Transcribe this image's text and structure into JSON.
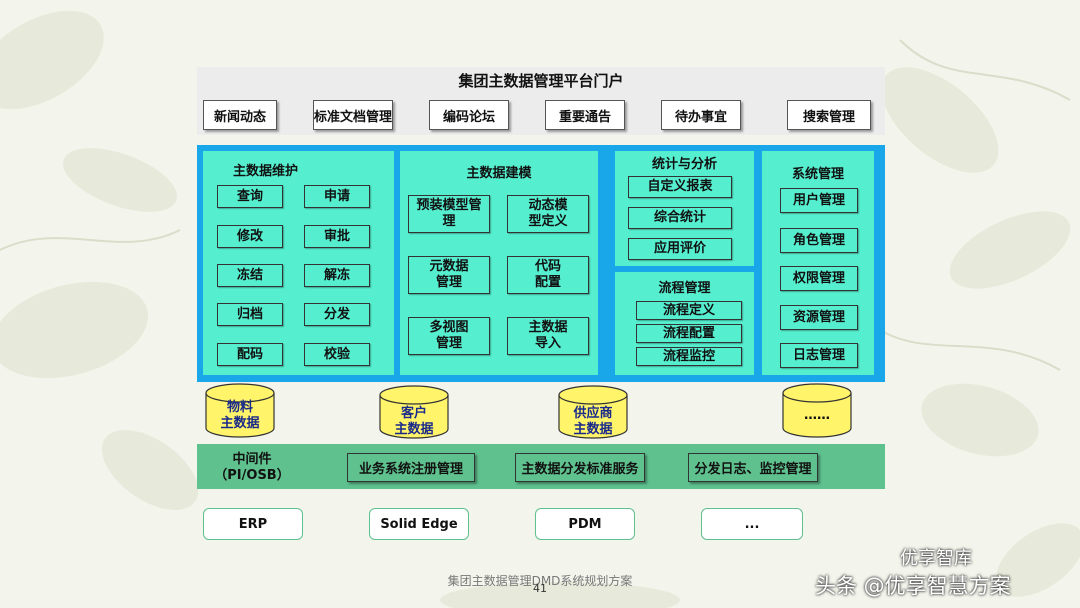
{
  "portal": {
    "title": "集团主数据管理平台门户",
    "buttons": [
      "新闻动态",
      "标准文档管理",
      "编码论坛",
      "重要通告",
      "待办事宜",
      "搜索管理"
    ]
  },
  "maintenance": {
    "title": "主数据维护",
    "items": [
      "查询",
      "申请",
      "修改",
      "审批",
      "冻结",
      "解冻",
      "归档",
      "分发",
      "配码",
      "校验"
    ]
  },
  "modeling": {
    "title": "主数据建模",
    "items": [
      "预装模型管\n理",
      "动态模\n型定义",
      "元数据\n管理",
      "代码\n配置",
      "多视图\n管理",
      "主数据\n导入"
    ]
  },
  "analysis": {
    "title": "统计与分析",
    "items": [
      "自定义报表",
      "综合统计",
      "应用评价"
    ]
  },
  "workflow": {
    "title": "流程管理",
    "items": [
      "流程定义",
      "流程配置",
      "流程监控"
    ]
  },
  "system": {
    "title": "系统管理",
    "items": [
      "用户管理",
      "角色管理",
      "权限管理",
      "资源管理",
      "日志管理"
    ]
  },
  "databases": [
    "物料\n主数据",
    "客户\n主数据",
    "供应商\n主数据",
    "……"
  ],
  "middleware": {
    "label": "中间件\n（PI/OSB）",
    "buttons": [
      "业务系统注册管理",
      "主数据分发标准服务",
      "分发日志、监控管理"
    ]
  },
  "systems": [
    "ERP",
    "Solid Edge",
    "PDM",
    "..."
  ],
  "footer": {
    "caption": "集团主数据管理DMD系统规划方案",
    "page": "41"
  },
  "watermark": {
    "top": "优享智库",
    "bottom": "头条 @优享智慧方案"
  },
  "colors": {
    "blue": "#1aa7ea",
    "panel": "#55efd0",
    "middleware": "#5ec18e",
    "database": "#fff46a"
  }
}
